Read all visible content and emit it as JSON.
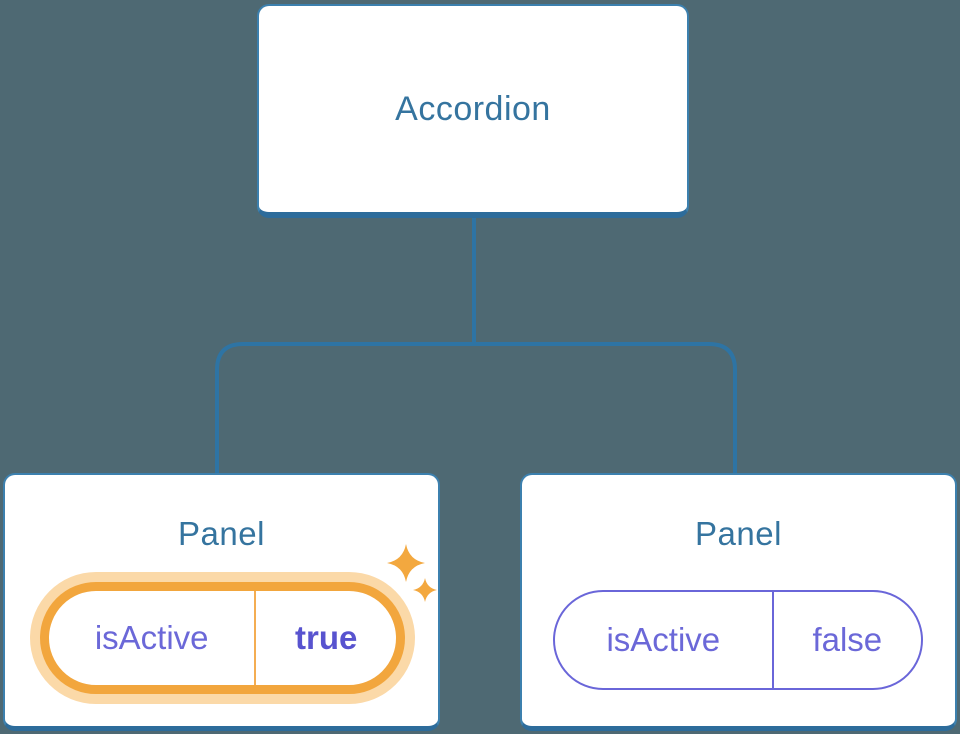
{
  "diagram": {
    "type": "component-tree",
    "root_node": {
      "label": "Accordion"
    },
    "panels": [
      {
        "label": "Panel",
        "prop_name": "isActive",
        "prop_value": "true",
        "highlighted": true,
        "icons": [
          "sparkle-large-icon",
          "sparkle-small-icon"
        ]
      },
      {
        "label": "Panel",
        "prop_name": "isActive",
        "prop_value": "false",
        "highlighted": false,
        "icons": []
      }
    ],
    "colors": {
      "background": "#4e6973",
      "node_fill": "#ffffff",
      "node_border": "#3c80ae",
      "node_border_bottom": "#2d6c9b",
      "node_label_text": "#35749f",
      "connector_line": "#2e74a4",
      "prop_text": "#6b68d8",
      "prop_value_active_text": "#5853cf",
      "pill_border_inactive": "#6a66d9",
      "pill_border_active": "#f2a63d",
      "pill_glow_active": "#fbd9a8",
      "pill_divider_active": "#f4ad52",
      "sparkle": "#f3a83f"
    }
  }
}
